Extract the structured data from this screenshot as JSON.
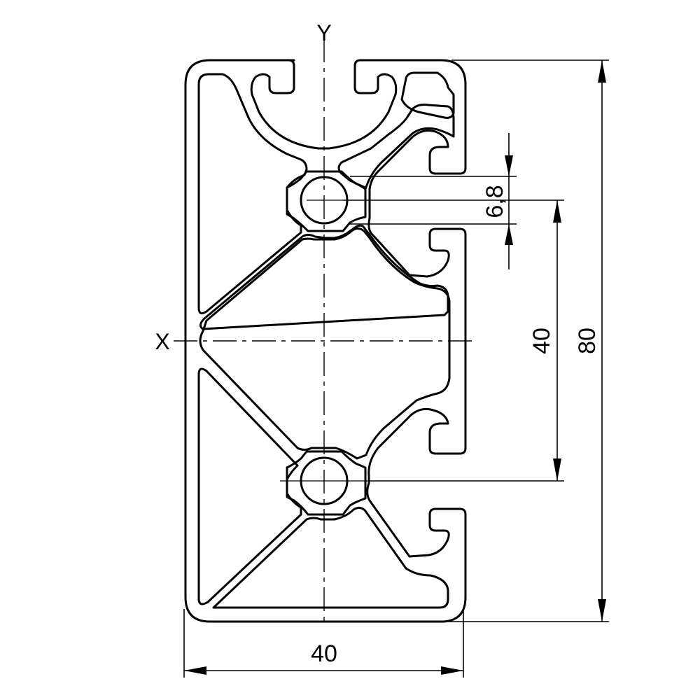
{
  "drawing": {
    "axis_y_label": "Y",
    "axis_x_label": "X",
    "dim_width": "40",
    "dim_pitch": "40",
    "dim_height": "80",
    "dim_bore": "6,8"
  },
  "colors": {
    "ink": "#000000",
    "paper": "#ffffff"
  }
}
